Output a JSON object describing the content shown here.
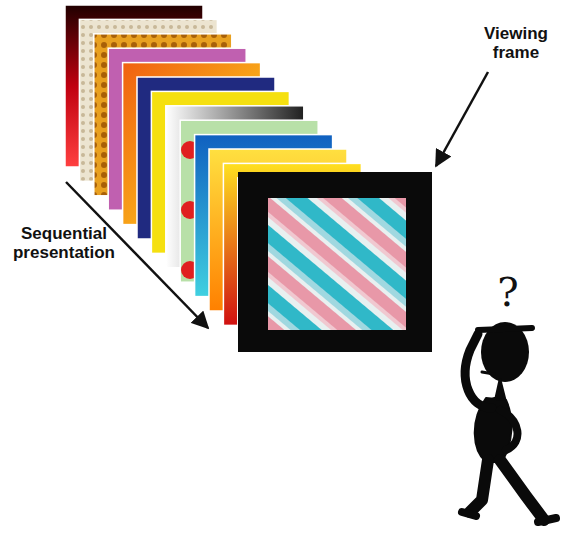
{
  "diagram": {
    "labels": [
      "Viewing frame",
      "Sequential presentation",
      "?"
    ]
  }
}
